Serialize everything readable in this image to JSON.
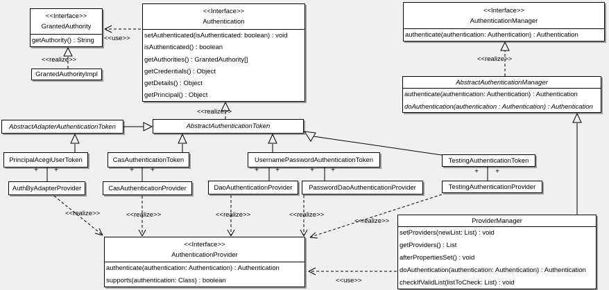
{
  "diagram": {
    "background_color": "#f0f0f0",
    "box_fill_color": "#ffffff",
    "border_color": "#000000",
    "shadow_color": "#9a9a9a"
  },
  "labels": {
    "interface_stereotype": "<<Interface>>",
    "realize": "<<realize>>",
    "use": "<<use>>",
    "plus": "+"
  },
  "classes": {
    "granted_authority": {
      "stereotype": "<<Interface>>",
      "name": "GrantedAuthority",
      "methods": [
        "getAuthority() : String"
      ]
    },
    "granted_authority_impl": {
      "name": "GrantedAuthorityImpl"
    },
    "authentication": {
      "stereotype": "<<Interface>>",
      "name": "Authentication",
      "methods": [
        "setAuthenticated(isAuthenticated: boolean) : void",
        "isAuthenticated() : boolean",
        "getAuthorities() : GrantedAuthority[]",
        "getCredentials() : Object",
        "getDetails() : Object",
        "getPrincipal() : Object"
      ]
    },
    "authentication_manager": {
      "stereotype": "<<Interface>>",
      "name": "AuthenticationManager",
      "methods": [
        "authenticate(authentication: Authentication) : Authentication"
      ]
    },
    "abstract_authentication_manager": {
      "name": "AbstractAuthenticationManager",
      "methods": [
        "authenticate(authentication: Authentication) : Authentication",
        "doAuthentication(authentication : Authentication) : Authentication"
      ]
    },
    "abstract_adapter_authentication_token": {
      "name": "AbstractAdapterAuthenticationToken"
    },
    "abstract_authentication_token": {
      "name": "AbstractAuthenticationToken"
    },
    "principal_acegi_user_token": {
      "name": "PrincipalAcegiUserToken"
    },
    "cas_authentication_token": {
      "name": "CasAuthenticationToken"
    },
    "username_password_authentication_token": {
      "name": "UsernamePasswordAuthenticationToken"
    },
    "testing_authentication_token": {
      "name": "TestingAuthenticationToken"
    },
    "auth_by_adapter_provider": {
      "name": "AuthByAdapterProvider"
    },
    "cas_authentication_provider": {
      "name": "CasAuthenticationProvider"
    },
    "dao_authentication_provider": {
      "name": "DaoAuthenticationProvider"
    },
    "password_dao_authentication_provider": {
      "name": "PasswordDaoAuthenticationProvider"
    },
    "testing_authentication_provider": {
      "name": "TestingAuthenticationProvider"
    },
    "authentication_provider": {
      "stereotype": "<<Interface>>",
      "name": "AuthenticationProvider",
      "methods": [
        "authenticate(authentication: Authentication) : Authentication",
        "supports(authentication: Class) : boolean"
      ]
    },
    "provider_manager": {
      "name": "ProviderManager",
      "methods": [
        "setProviders(newList: List) : void",
        "getProviders() : List",
        "afterPropertiesSet() : void",
        "doAuthentication(authentication: Authentication) : Authentication",
        "checkIfValidList(listToCheck: List) : void"
      ]
    }
  },
  "relationships": [
    {
      "type": "use",
      "from": "Authentication",
      "to": "GrantedAuthority",
      "label": "<<use>>"
    },
    {
      "type": "realize",
      "from": "GrantedAuthorityImpl",
      "to": "GrantedAuthority",
      "label": "<<realize>>"
    },
    {
      "type": "realize",
      "from": "AbstractAuthenticationToken",
      "to": "Authentication",
      "label": "<<realize>>"
    },
    {
      "type": "generalization",
      "from": "AbstractAdapterAuthenticationToken",
      "to": "AbstractAuthenticationToken"
    },
    {
      "type": "generalization",
      "from": "PrincipalAcegiUserToken",
      "to": "AbstractAdapterAuthenticationToken"
    },
    {
      "type": "generalization",
      "from": "CasAuthenticationToken",
      "to": "AbstractAuthenticationToken"
    },
    {
      "type": "generalization",
      "from": "UsernamePasswordAuthenticationToken",
      "to": "AbstractAuthenticationToken"
    },
    {
      "type": "generalization",
      "from": "TestingAuthenticationToken",
      "to": "AbstractAuthenticationToken"
    },
    {
      "type": "association",
      "from": "PrincipalAcegiUserToken",
      "to": "AuthByAdapterProvider",
      "end_labels": "+ +"
    },
    {
      "type": "association",
      "from": "CasAuthenticationToken",
      "to": "CasAuthenticationProvider",
      "end_labels": "+ +"
    },
    {
      "type": "association",
      "from": "UsernamePasswordAuthenticationToken",
      "to": "DaoAuthenticationProvider",
      "end_labels": "+ +"
    },
    {
      "type": "association",
      "from": "UsernamePasswordAuthenticationToken",
      "to": "PasswordDaoAuthenticationProvider",
      "end_labels": "+ +"
    },
    {
      "type": "association",
      "from": "TestingAuthenticationToken",
      "to": "TestingAuthenticationProvider",
      "end_labels": "+ +"
    },
    {
      "type": "realize",
      "from": "AuthByAdapterProvider",
      "to": "AuthenticationProvider",
      "label": "<<realize>>"
    },
    {
      "type": "realize",
      "from": "CasAuthenticationProvider",
      "to": "AuthenticationProvider",
      "label": "<<realize>>"
    },
    {
      "type": "realize",
      "from": "DaoAuthenticationProvider",
      "to": "AuthenticationProvider",
      "label": "<<realize>>"
    },
    {
      "type": "realize",
      "from": "PasswordDaoAuthenticationProvider",
      "to": "AuthenticationProvider",
      "label": "<<realize>>"
    },
    {
      "type": "realize",
      "from": "TestingAuthenticationProvider",
      "to": "AuthenticationProvider",
      "label": "<<realize>>"
    },
    {
      "type": "realize",
      "from": "AbstractAuthenticationManager",
      "to": "AuthenticationManager",
      "label": "<<realize>>"
    },
    {
      "type": "generalization",
      "from": "ProviderManager",
      "to": "AbstractAuthenticationManager"
    },
    {
      "type": "use",
      "from": "ProviderManager",
      "to": "AuthenticationProvider",
      "label": "<<use>>"
    }
  ]
}
